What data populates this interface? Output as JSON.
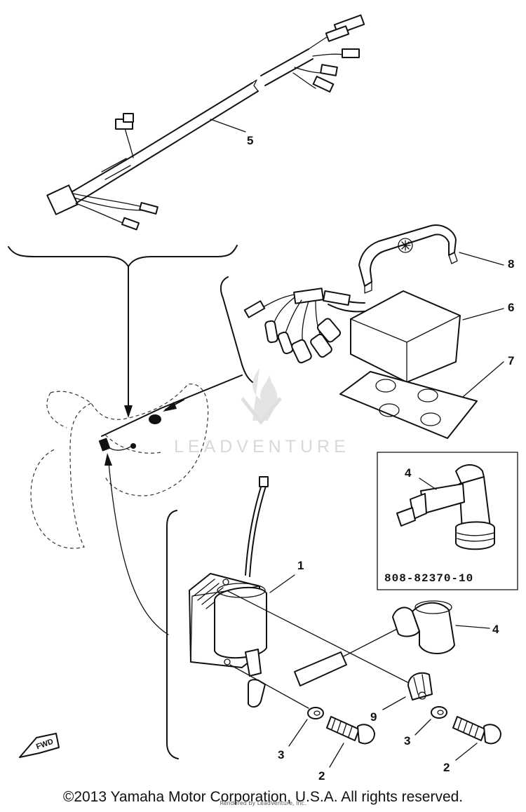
{
  "callouts": {
    "c1": "1",
    "c2a": "2",
    "c2b": "2",
    "c3a": "3",
    "c3b": "3",
    "c4a": "4",
    "c4b": "4",
    "c5": "5",
    "c6": "6",
    "c7": "7",
    "c8": "8",
    "c9": "9"
  },
  "inset": {
    "part_number": "808-82370-10"
  },
  "fwd_label": "FWD",
  "watermark": {
    "text": "LEADVENTURE"
  },
  "footer": {
    "copyright": "©2013 Yamaha Motor Corporation, U.S.A. All rights reserved.",
    "rendered_by": "Rendered by LeadVenture, Inc."
  }
}
